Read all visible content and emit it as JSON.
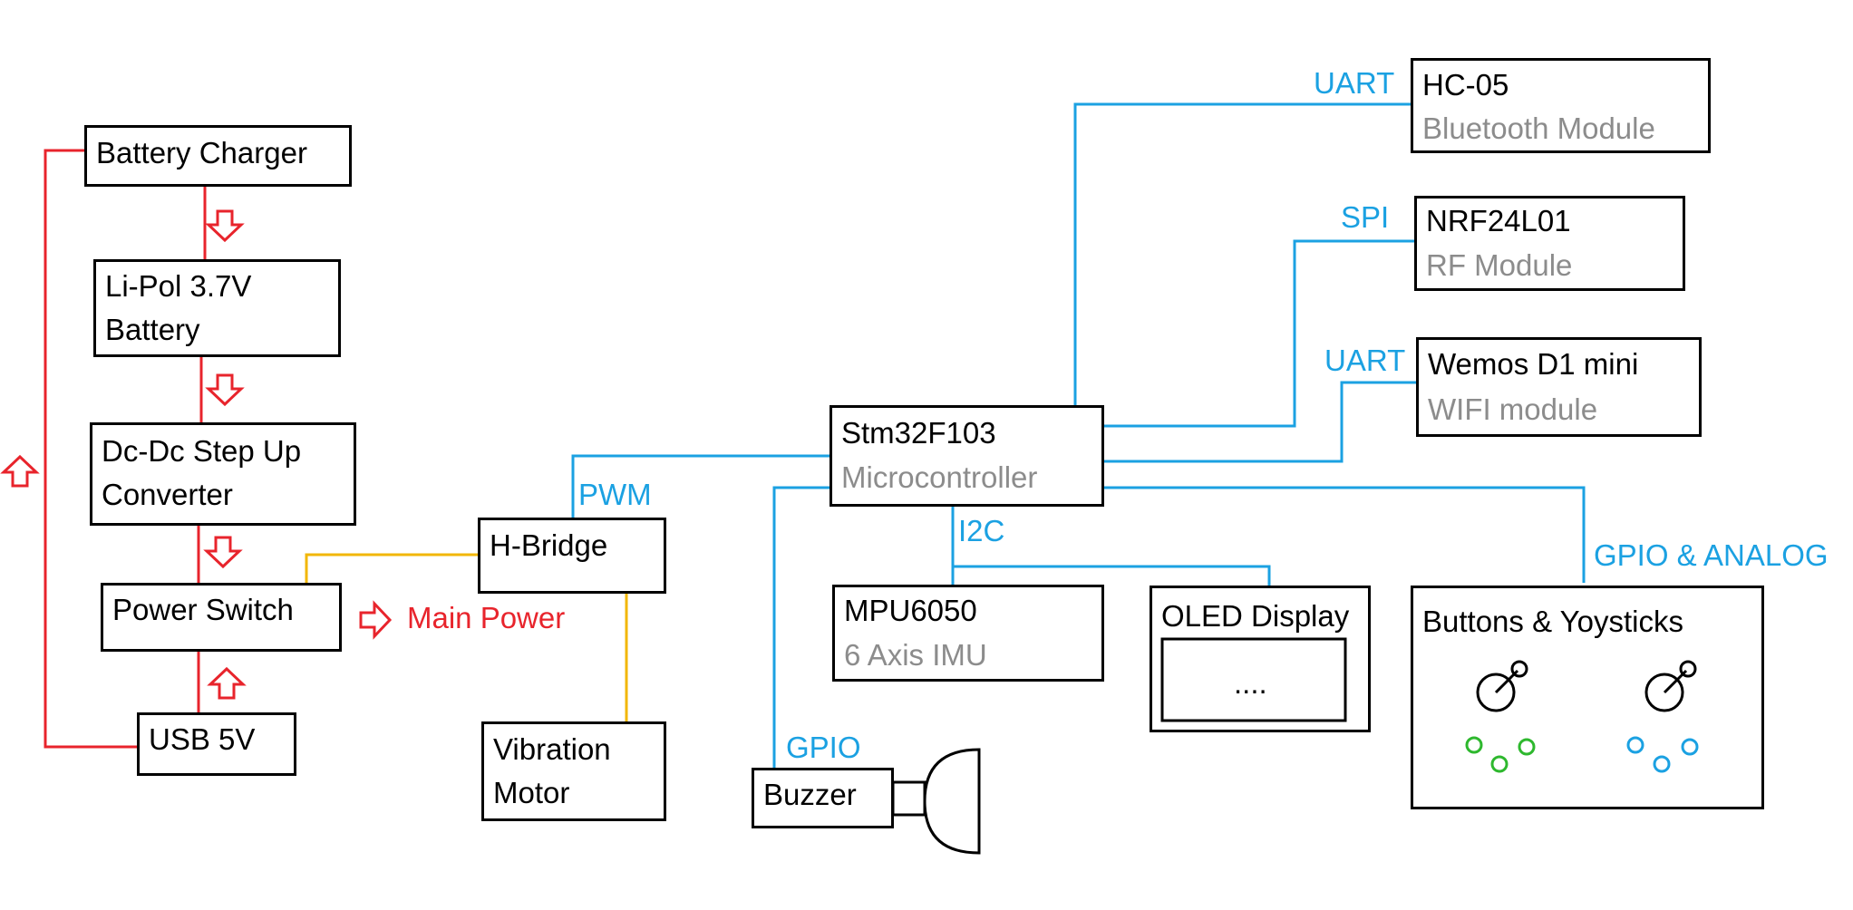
{
  "colors": {
    "power": "#e8242c",
    "signal": "#1ba1e2",
    "motor": "#f2b705",
    "box_border": "#000000",
    "description_text": "#8c8c8c"
  },
  "power_section": {
    "battery_charger": "Battery Charger",
    "battery": {
      "line1": "Li-Pol 3.7V",
      "line2": "Battery"
    },
    "step_up": {
      "line1": "Dc-Dc Step Up",
      "line2": "Converter"
    },
    "power_switch": "Power Switch",
    "usb": "USB 5V",
    "main_power": "Main Power"
  },
  "motor_section": {
    "h_bridge": "H-Bridge",
    "vibration_motor": {
      "line1": "Vibration",
      "line2": "Motor"
    },
    "pwm_label": "PWM"
  },
  "mcu": {
    "name": "Stm32F103",
    "desc": "Microcontroller"
  },
  "peripherals": {
    "hc05": {
      "name": "HC-05",
      "desc": "Bluetooth Module",
      "bus": "UART"
    },
    "nrf": {
      "name": "NRF24L01",
      "desc": "RF Module",
      "bus": "SPI"
    },
    "wemos": {
      "name": "Wemos D1 mini",
      "desc": "WIFI module",
      "bus": "UART"
    },
    "mpu": {
      "name": "MPU6050",
      "desc": "6 Axis IMU"
    },
    "i2c_label": "I2C",
    "oled": {
      "name": "OLED Display",
      "screen_text": "...."
    },
    "buzzer": {
      "name": "Buzzer",
      "bus": "GPIO"
    },
    "controls": {
      "name": "Buttons & Yoysticks",
      "bus": "GPIO & ANALOG"
    }
  }
}
